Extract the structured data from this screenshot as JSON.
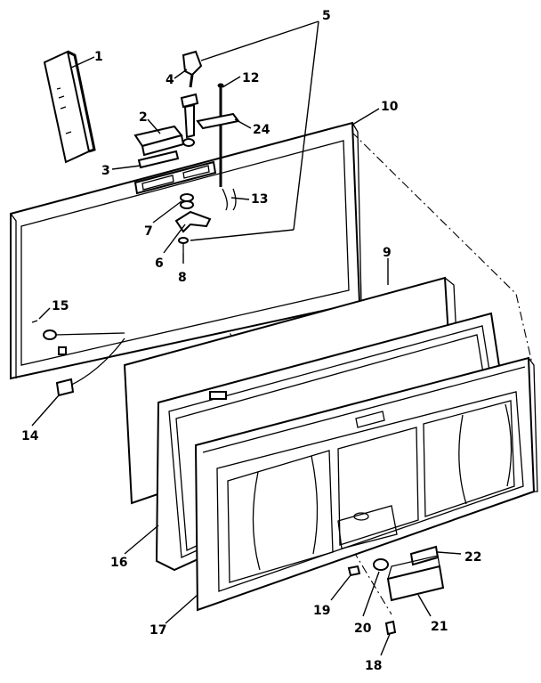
{
  "callouts": {
    "c1": "1",
    "c2": "2",
    "c3": "3",
    "c4": "4",
    "c5": "5",
    "c6": "6",
    "c7": "7",
    "c8": "8",
    "c9": "9",
    "c10": "10",
    "c12": "12",
    "c13": "13",
    "c14": "14",
    "c15": "15",
    "c16": "16",
    "c17": "17",
    "c18": "18",
    "c19": "19",
    "c20": "20",
    "c21": "21",
    "c22": "22",
    "c24": "24"
  }
}
